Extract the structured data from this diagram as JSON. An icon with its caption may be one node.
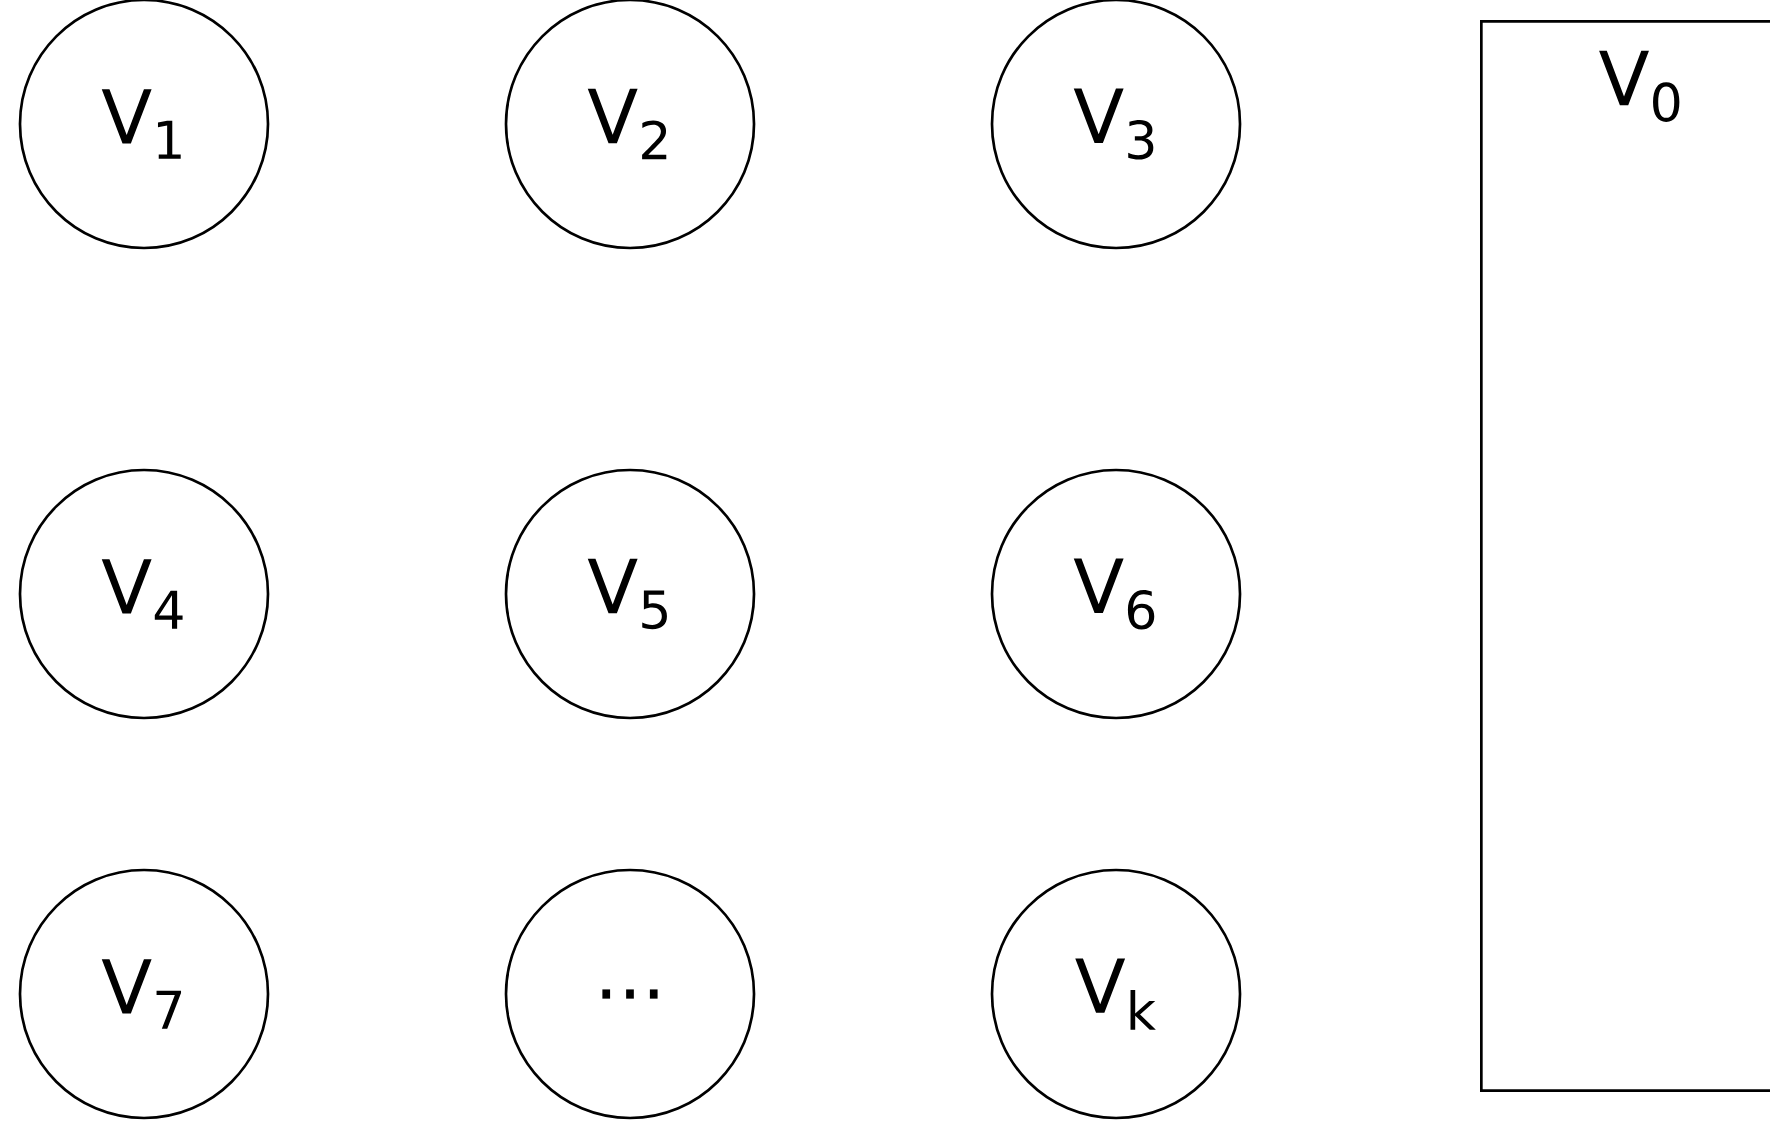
{
  "diagram": {
    "nodes": [
      {
        "text": [
          "V$_{1}$"
        ]
      },
      {
        "text": [
          "V$_{2}$"
        ]
      },
      {
        "text": [
          "V$_{3}$"
        ]
      },
      {
        "text": [
          "V$_{4}$"
        ]
      },
      {
        "text": [
          "V$_{5}$"
        ]
      },
      {
        "text": [
          "V$_{6}$"
        ]
      },
      {
        "text": [
          "V$_{7}$"
        ]
      },
      {
        "text": [
          "..."
        ]
      },
      {
        "text": [
          "V$_{k}$"
        ]
      },
      {
        "text": [
          "V$_{0}$"
        ]
      }
    ]
  }
}
